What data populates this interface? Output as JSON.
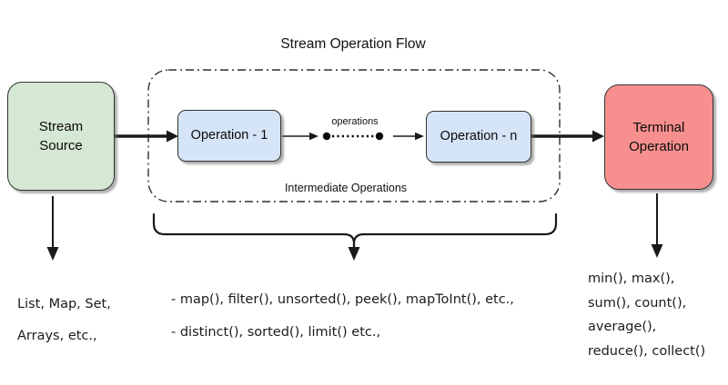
{
  "title": "Stream Operation Flow",
  "colors": {
    "source_fill": "#d5e8d4",
    "operation_fill": "#d6e4f7",
    "terminal_fill": "#f78f8f",
    "line": "#1a1a1a"
  },
  "nodes": {
    "stream_source": {
      "lines": [
        "Stream",
        "Source"
      ]
    },
    "operation_1": {
      "label": "Operation - 1"
    },
    "operation_n": {
      "label": "Operation - n"
    },
    "terminal_operation": {
      "lines": [
        "Terminal",
        "Operation"
      ]
    }
  },
  "labels": {
    "operations": "operations",
    "intermediate_operations": "Intermediate Operations"
  },
  "annotations": {
    "source_types": {
      "lines": [
        "List, Map, Set,",
        "Arrays, etc.,"
      ]
    },
    "intermediate_examples": {
      "lines": [
        "- map(), filter(), unsorted(), peek(), mapToInt(), etc.,",
        "- distinct(), sorted(), limit() etc.,"
      ]
    },
    "terminal_examples": {
      "lines": [
        "min(), max(),",
        "sum(), count(),",
        "average(),",
        "reduce(), collect()"
      ]
    }
  }
}
